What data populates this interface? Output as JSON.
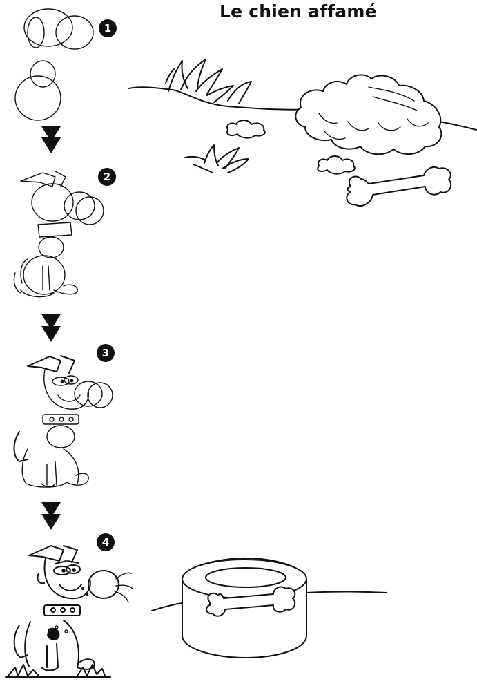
{
  "title": "Le chien affamé",
  "steps": [
    {
      "number": "1"
    },
    {
      "number": "2"
    },
    {
      "number": "3"
    },
    {
      "number": "4"
    }
  ],
  "icons": [
    "arrow-down-icon",
    "bone-icon",
    "dog-bowl-icon",
    "grass-tuft-icon",
    "bush-icon"
  ],
  "colors": {
    "ink": "#111111",
    "paper": "#ffffff"
  }
}
